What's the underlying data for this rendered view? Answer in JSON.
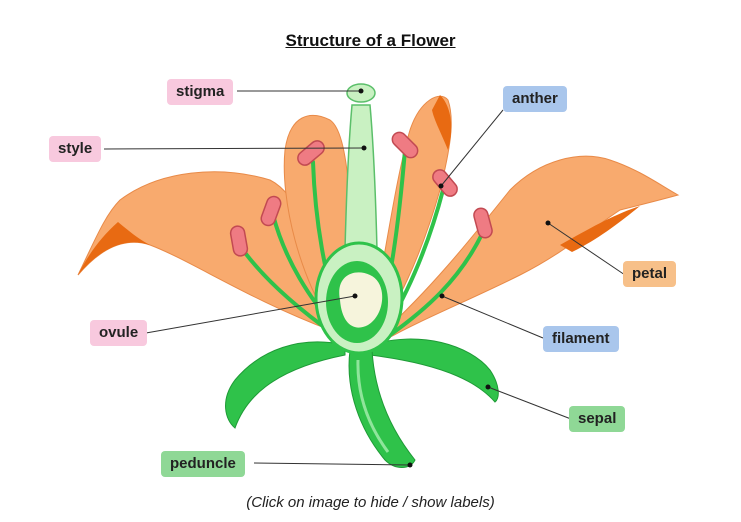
{
  "title": "Structure of a Flower",
  "caption": "(Click on image to hide / show labels)",
  "labels": {
    "stigma": "stigma",
    "style": "style",
    "ovule": "ovule",
    "anther": "anther",
    "petal": "petal",
    "filament": "filament",
    "sepal": "sepal",
    "peduncle": "peduncle"
  },
  "colors": {
    "petal": "#f8aa6e",
    "petal_dark": "#e86a12",
    "stem": "#2fc24a",
    "stem_light": "#8fe59b",
    "anther": "#ef7b83",
    "style": "#c9f1c2",
    "label_pink": "#f8c9de",
    "label_blue": "#a9c6ec",
    "label_orange": "#f7c089",
    "label_green": "#8fd896"
  }
}
